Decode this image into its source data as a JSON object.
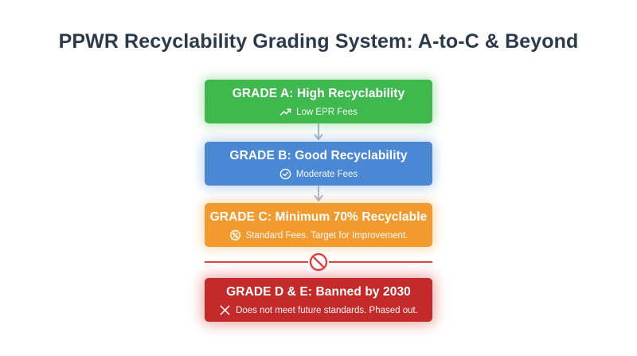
{
  "title": "PPWR Recyclability Grading System: A-to-C & Beyond",
  "grades": [
    {
      "title": "GRADE A: High Recyclability",
      "subtitle": "Low EPR Fees",
      "icon": "trending-up-icon",
      "color": "#3fb84e"
    },
    {
      "title": "GRADE B: Good Recyclability",
      "subtitle": "Moderate Fees",
      "icon": "check-circle-icon",
      "color": "#4a88d4"
    },
    {
      "title": "GRADE C: Minimum 70% Recyclable",
      "subtitle": "Standard Fees. Target for Improvement.",
      "icon": "percent-badge-icon",
      "color": "#f39a2f"
    },
    {
      "title": "GRADE D & E: Banned by 2030",
      "subtitle": "Does not meet future standards. Phased out.",
      "icon": "x-mark-icon",
      "color": "#c42a2a"
    }
  ],
  "divider": {
    "icon": "prohibited-icon",
    "color": "#d94444"
  },
  "connector_color": "#a7b6c6"
}
